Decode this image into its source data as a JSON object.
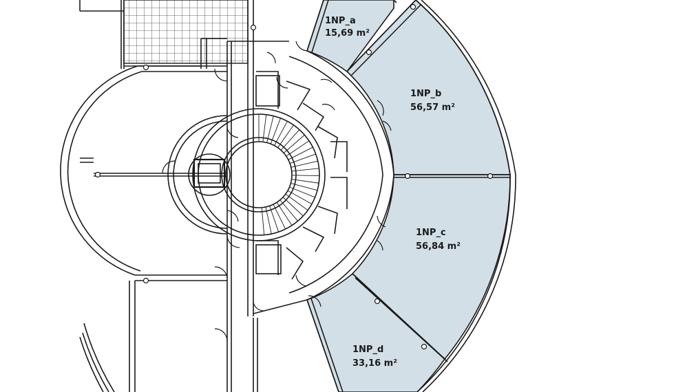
{
  "rooms": [
    {
      "id": "a",
      "label": "1NP_a",
      "area": "15,69 m²",
      "fill": "#d3dfe6"
    },
    {
      "id": "b",
      "label": "1NP_b",
      "area": "56,57 m²",
      "fill": "#d3dfe6"
    },
    {
      "id": "c",
      "label": "1NP_c",
      "area": "56,84 m²",
      "fill": "#d3dfe6"
    },
    {
      "id": "d",
      "label": "1NP_d",
      "area": "33,16 m²",
      "fill": "#d3dfe6"
    }
  ],
  "colors": {
    "wall": "#1a1a1a",
    "hatch": "#444444",
    "background": "#ffffff"
  }
}
